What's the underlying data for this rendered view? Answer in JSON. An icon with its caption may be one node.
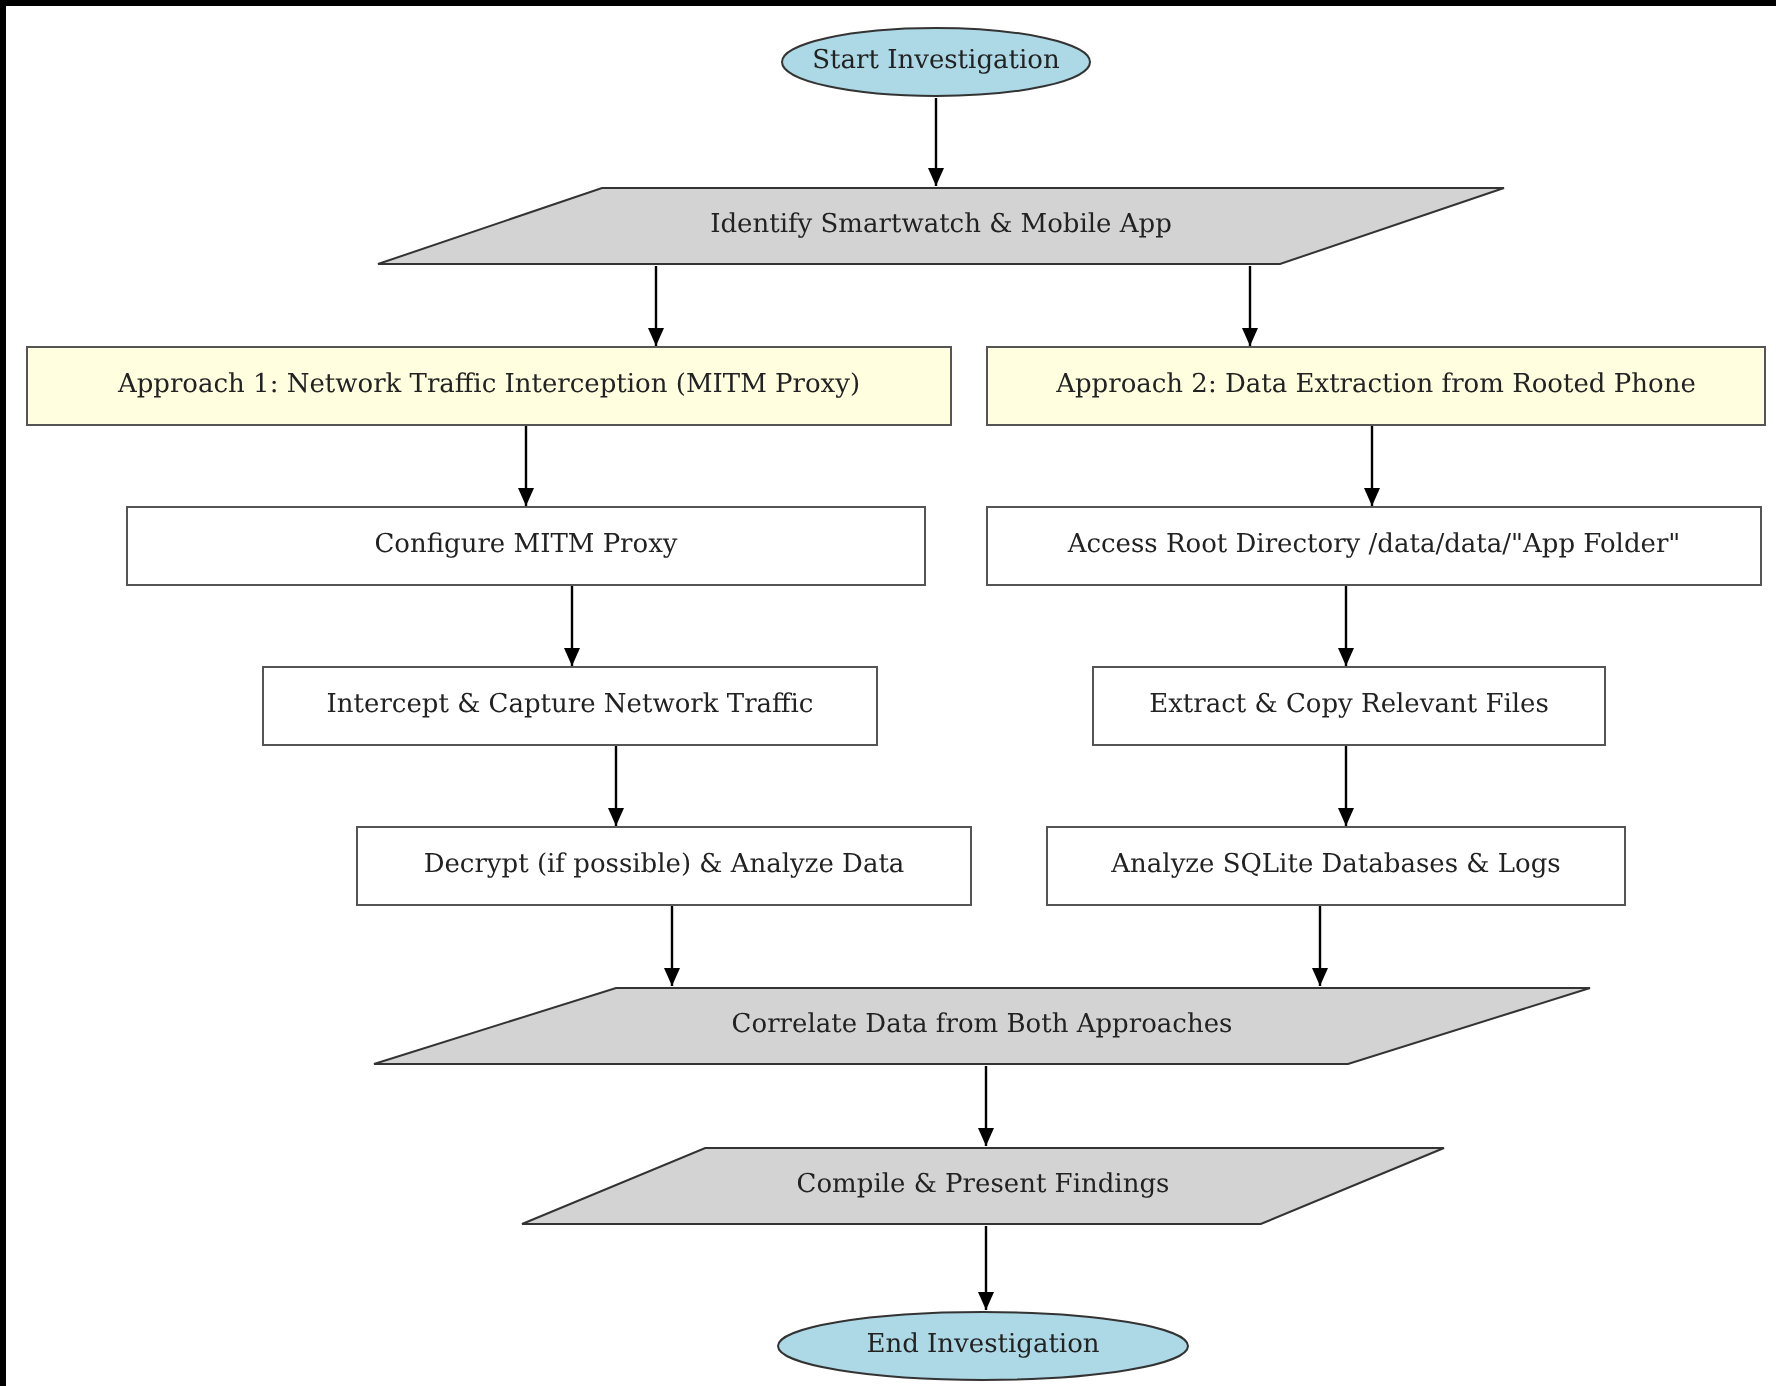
{
  "diagram": {
    "nodes": [
      {
        "text": [
          "Start Investigation"
        ]
      },
      {
        "text": [
          "Identify Smartwatch & Mobile App"
        ]
      },
      {
        "text": [
          "Approach 1: Network Traffic Interception (MITM Proxy)"
        ]
      },
      {
        "text": [
          "Approach 2: Data Extraction from Rooted Phone"
        ]
      },
      {
        "text": [
          "Configure MITM Proxy"
        ]
      },
      {
        "text": [
          "Access Root Directory /data/data/\"App Folder\""
        ]
      },
      {
        "text": [
          "Intercept & Capture Network Traffic"
        ]
      },
      {
        "text": [
          "Extract & Copy Relevant Files"
        ]
      },
      {
        "text": [
          "Decrypt (if possible) & Analyze Data"
        ]
      },
      {
        "text": [
          "Analyze SQLite Databases & Logs"
        ]
      },
      {
        "text": [
          "Correlate Data from Both Approaches"
        ]
      },
      {
        "text": [
          "Compile & Present Findings"
        ]
      },
      {
        "text": [
          "End Investigation"
        ]
      }
    ],
    "edges": [
      {
        "from": 0,
        "to": 1,
        "arrow": "to"
      },
      {
        "from": 1,
        "to": 2,
        "arrow": "to"
      },
      {
        "from": 1,
        "to": 3,
        "arrow": "to"
      },
      {
        "from": 2,
        "to": 4,
        "arrow": "to"
      },
      {
        "from": 3,
        "to": 5,
        "arrow": "to"
      },
      {
        "from": 4,
        "to": 6,
        "arrow": "to"
      },
      {
        "from": 5,
        "to": 7,
        "arrow": "to"
      },
      {
        "from": 6,
        "to": 8,
        "arrow": "to"
      },
      {
        "from": 7,
        "to": 9,
        "arrow": "to"
      },
      {
        "from": 8,
        "to": 10,
        "arrow": "to"
      },
      {
        "from": 9,
        "to": 10,
        "arrow": "to"
      },
      {
        "from": 10,
        "to": 11,
        "arrow": "to"
      },
      {
        "from": 11,
        "to": 12,
        "arrow": "to"
      }
    ]
  }
}
